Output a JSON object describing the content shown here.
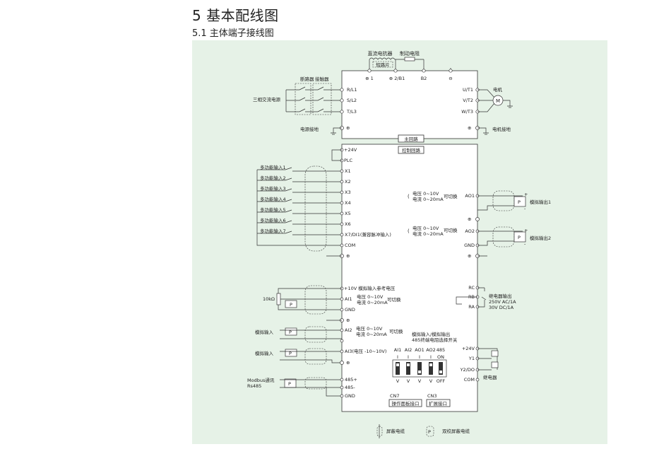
{
  "header": {
    "title": "5 基本配线图",
    "subtitle": "5.1 主体端子接线图"
  },
  "main_circuit": {
    "top_labels": {
      "reactor": "直流电抗器",
      "brake_resistor": "制动电阻",
      "short_plate": "短路片"
    },
    "top_terminals": [
      "⊕ 1",
      "⊕ 2/B1",
      "B2",
      "⊖"
    ],
    "input_terminals": [
      "R/L1",
      "S/L2",
      "T/L3"
    ],
    "output_terminals": [
      "U/T1",
      "V/T2",
      "W/T3"
    ],
    "breaker": "断路器",
    "contactor": "接触器",
    "three_phase": "三相交流电源",
    "power_ground": "电源接地",
    "motor": "电机",
    "motor_symbol": "M",
    "motor_ground": "电机接地",
    "main_label": "主回路",
    "control_label": "控制回路"
  },
  "control_left": {
    "top": [
      "+24V",
      "PLC"
    ],
    "inputs": [
      {
        "label": "多功能输入1",
        "terminal": "X1"
      },
      {
        "label": "多功能输入2",
        "terminal": "X2"
      },
      {
        "label": "多功能输入3",
        "terminal": "X3"
      },
      {
        "label": "多功能输入4",
        "terminal": "X4"
      },
      {
        "label": "多功能输入5",
        "terminal": "X5"
      },
      {
        "label": "多功能输入6",
        "terminal": "X6"
      },
      {
        "label": "多功能输入7",
        "terminal": "X7/DI1(兼容脉冲输入)"
      }
    ],
    "com": "COM",
    "ref10v": "+10V 模拟输入参考电压",
    "resistor": "10kΩ",
    "ai1": "AI1",
    "ai1_opts": [
      "电压 0~10V",
      "电流 0~20mA"
    ],
    "switchable": "可切换",
    "gnd": "GND",
    "ai2": "AI2",
    "ai2_opts": [
      "电压 0~10V",
      "电流 0~20mA"
    ],
    "analog_in_1": "模拟输入",
    "analog_in_2": "模拟输入",
    "ai3": "AI3(电压 -10~10V)",
    "modbus_1": "Modbus通讯",
    "modbus_2": "Rs485",
    "rs485": [
      "485+",
      "485-",
      "GND"
    ],
    "p": "P"
  },
  "control_right": {
    "ao1": "AO1",
    "ao1_opts": [
      "电压 0~10V",
      "电流 0~20mA"
    ],
    "ao1_out": "模拟输出1",
    "ao2": "AO2",
    "ao2_opts": [
      "电压 0~10V",
      "电流 0~20mA"
    ],
    "ao2_out": "模拟输出2",
    "gnd": "GND",
    "switchable": "可切换",
    "relay_terms": [
      "RC",
      "RB",
      "RA"
    ],
    "relay_out": [
      "继电器输出",
      "250V AC/1A",
      "30V  DC/1A"
    ],
    "dip_title": [
      "模拟输入/模拟输出",
      "485终端电阻选择开关"
    ],
    "dip_headers": [
      "AI1",
      "AI2",
      "AO1",
      "AO2",
      "485"
    ],
    "dip_top": [
      "I",
      "I",
      "I",
      "I",
      "ON"
    ],
    "dip_bottom": [
      "V",
      "V",
      "V",
      "V",
      "OFF"
    ],
    "y_terms": [
      "+24V",
      "Y1",
      "Y2/DO",
      "COM"
    ],
    "relay": "继电器",
    "cn7": "CN7",
    "cn7_label": "操作面板接口",
    "cn3": "CN3",
    "cn3_label": "扩展接口",
    "plus": "+",
    "minus": "-",
    "p": "P"
  },
  "legend": {
    "shielded": "屏蔽电缆",
    "twisted": "双绞屏蔽电缆"
  }
}
